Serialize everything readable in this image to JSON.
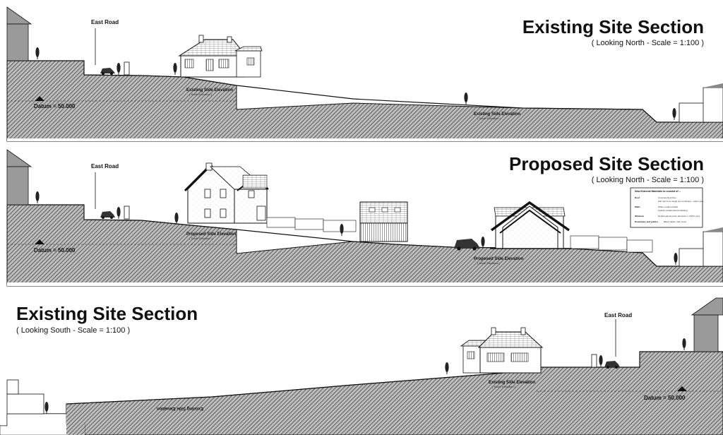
{
  "sections": [
    {
      "title": "Existing Site Section",
      "subtitle": "( Looking North - Scale = 1:100 )",
      "road_label": "East Road",
      "datum_label": "Datum = 50.000",
      "elevation_labels": [
        "Existing Side Elevation",
        "Existing Side Elevation"
      ],
      "elevation_sublabels": [
        "( North Elevation )",
        "( South Elevation )"
      ]
    },
    {
      "title": "Proposed Site Section",
      "subtitle": "( Looking North - Scale = 1:100 )",
      "road_label": "East Road",
      "datum_label": "Datum = 50.000",
      "elevation_labels": [
        "Proposed Side Elevation",
        "Proposed Side Elevation"
      ],
      "elevation_sublabels": [
        "( South Elevation )",
        "( North Elevation )"
      ],
      "notes_title": "New External Materials to consist of :-",
      "notes": [
        {
          "key": "Roof",
          "text": "Concrete Roof tiles"
        },
        {
          "key": "",
          "text": "Flat roof to be single ply membrane - colour grey"
        },
        {
          "key": "Walls",
          "text": "White rendered walls"
        },
        {
          "key": "",
          "text": "Feature weatherboard cladding"
        },
        {
          "key": "Windows",
          "text": "Double glazed units, aluminium / UPVC grey"
        },
        {
          "key": "Downpipes and gutters",
          "text": "Black plastic, half round"
        }
      ]
    },
    {
      "title": "Existing Site Section",
      "subtitle": "( Looking South - Scale = 1:100 )",
      "road_label": "East Road",
      "datum_label": "Datum = 50.000",
      "elevation_labels": [
        "Existing Side Elevation",
        "Existing Side Elevation"
      ],
      "elevation_sublabels": [
        "( South Elevation )"
      ]
    }
  ],
  "colors": {
    "ink": "#111111",
    "ground": "#7a7a7a",
    "house_fill": "#ffffff",
    "roof_dark": "#222222"
  }
}
